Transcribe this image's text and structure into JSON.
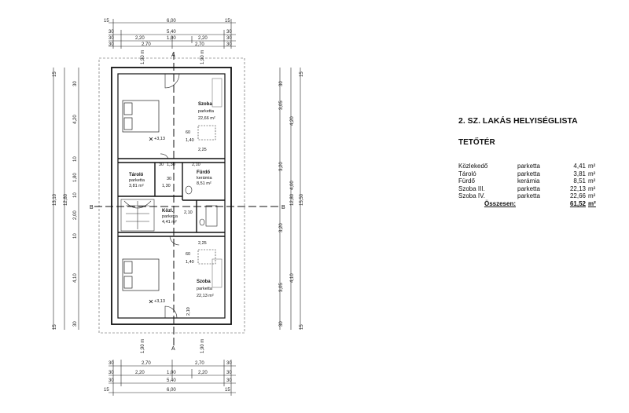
{
  "title": "2. SZ. LAKÁS HELYISÉGLISTA",
  "subtitle": "TETŐTÉR",
  "rooms": [
    {
      "name": "Közlekedő",
      "floor": "parketta",
      "area": "4,41",
      "unit": "m²"
    },
    {
      "name": "Tároló",
      "floor": "parketta",
      "area": "3,81",
      "unit": "m²"
    },
    {
      "name": "Fürdő",
      "floor": "kerámia",
      "area": "8,51",
      "unit": "m²"
    },
    {
      "name": "Szoba III.",
      "floor": "parketta",
      "area": "22,13",
      "unit": "m²"
    },
    {
      "name": "Szoba IV.",
      "floor": "parketta",
      "area": "22,66",
      "unit": "m²"
    }
  ],
  "total": {
    "label": "Összesen:",
    "area": "61,52",
    "unit": "m²"
  },
  "plan": {
    "top_dims": {
      "row1": [
        "15",
        "6,00",
        "15"
      ],
      "row2": [
        "30",
        "5,40",
        "30"
      ],
      "row3": [
        "30",
        "2,20",
        "1,00",
        "2,20",
        "30"
      ],
      "row4": [
        "30",
        "2,70",
        "2,70",
        "30"
      ]
    },
    "bottom_dims": {
      "row1": [
        "30",
        "2,70",
        "2,70",
        "30"
      ],
      "row2": [
        "30",
        "2,20",
        "1,00",
        "2,20",
        "30"
      ],
      "row3": [
        "30",
        "5,40",
        "30"
      ],
      "row4": [
        "15",
        "6,00",
        "15"
      ]
    },
    "left_dims": {
      "outer": "13,10",
      "middle": "12,80",
      "a": [
        "30",
        "4,20",
        "10",
        "1,80",
        "10",
        "2,00",
        "10",
        "4,10",
        "30"
      ],
      "b": [
        "15",
        "15"
      ]
    },
    "right_dims": {
      "outer": "15,50",
      "middle": "12,80",
      "a": [
        "30",
        "3,05",
        "4,20",
        "3,20",
        "4,00",
        "3,20",
        "4,10",
        "3,05",
        "30"
      ],
      "b": [
        "15",
        "15"
      ]
    },
    "gutter": "1,90 m",
    "section_a": "A",
    "section_b": "B",
    "room_top": {
      "name": "Szoba",
      "floor": "parketta",
      "area": "22,66 m²"
    },
    "room_tar": {
      "name": "Tároló",
      "floor": "parketta",
      "area": "3,81 m²"
    },
    "room_fur": {
      "name": "Fürdő",
      "floor": "kerámia",
      "area": "8,51 m²"
    },
    "room_koz": {
      "name": "Közl.",
      "floor": "parketta",
      "area": "4,41 m²"
    },
    "room_bot": {
      "name": "Szoba",
      "floor": "parketta",
      "area": "22,13 m²"
    },
    "level_top": "+3,13",
    "level_bot": "+3,13",
    "wins": [
      "60",
      "1,40",
      "2,25",
      "60",
      "1,40",
      "2,25"
    ],
    "inner": [
      "30",
      "1,30",
      "2,10",
      "30",
      "1,30",
      "2,10",
      "2,10"
    ]
  }
}
